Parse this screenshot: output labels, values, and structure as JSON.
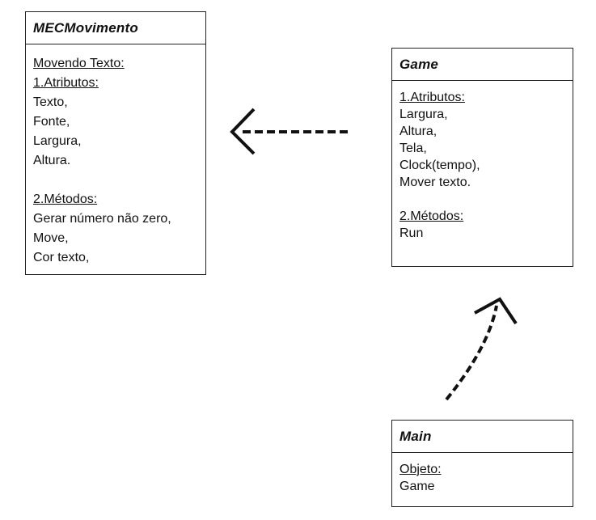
{
  "mecmovimento": {
    "title": "MECMovimento",
    "lines": [
      {
        "text": "Movendo Texto:",
        "kind": "head"
      },
      {
        "text": "1.Atributos:",
        "kind": "head"
      },
      {
        "text": "Texto,",
        "kind": "item"
      },
      {
        "text": "Fonte,",
        "kind": "item"
      },
      {
        "text": "Largura,",
        "kind": "item"
      },
      {
        "text": "Altura.",
        "kind": "item"
      },
      {
        "text": "",
        "kind": "gap"
      },
      {
        "text": "2.Métodos:",
        "kind": "head"
      },
      {
        "text": "Gerar número não zero,",
        "kind": "item"
      },
      {
        "text": "Move,",
        "kind": "item"
      },
      {
        "text": "Cor texto,",
        "kind": "item"
      }
    ]
  },
  "game": {
    "title": "Game",
    "lines": [
      {
        "text": "1.Atributos:",
        "kind": "head"
      },
      {
        "text": "Largura,",
        "kind": "item"
      },
      {
        "text": "Altura,",
        "kind": "item"
      },
      {
        "text": "Tela,",
        "kind": "item"
      },
      {
        "text": "Clock(tempo),",
        "kind": "item"
      },
      {
        "text": "Mover texto.",
        "kind": "item"
      },
      {
        "text": "",
        "kind": "gap"
      },
      {
        "text": "2.Métodos:",
        "kind": "head"
      },
      {
        "text": "Run",
        "kind": "item"
      }
    ]
  },
  "main": {
    "title": "Main",
    "lines": [
      {
        "text": "Objeto:",
        "kind": "head"
      },
      {
        "text": "Game",
        "kind": "item"
      }
    ]
  },
  "arrows": [
    {
      "from": "Game",
      "to": "MECMovimento",
      "style": "dashed",
      "head": "open"
    },
    {
      "from": "Main",
      "to": "Game",
      "style": "dashed",
      "head": "open"
    }
  ],
  "colors": {
    "line": "#111111",
    "border": "#222222",
    "background": "#ffffff"
  }
}
